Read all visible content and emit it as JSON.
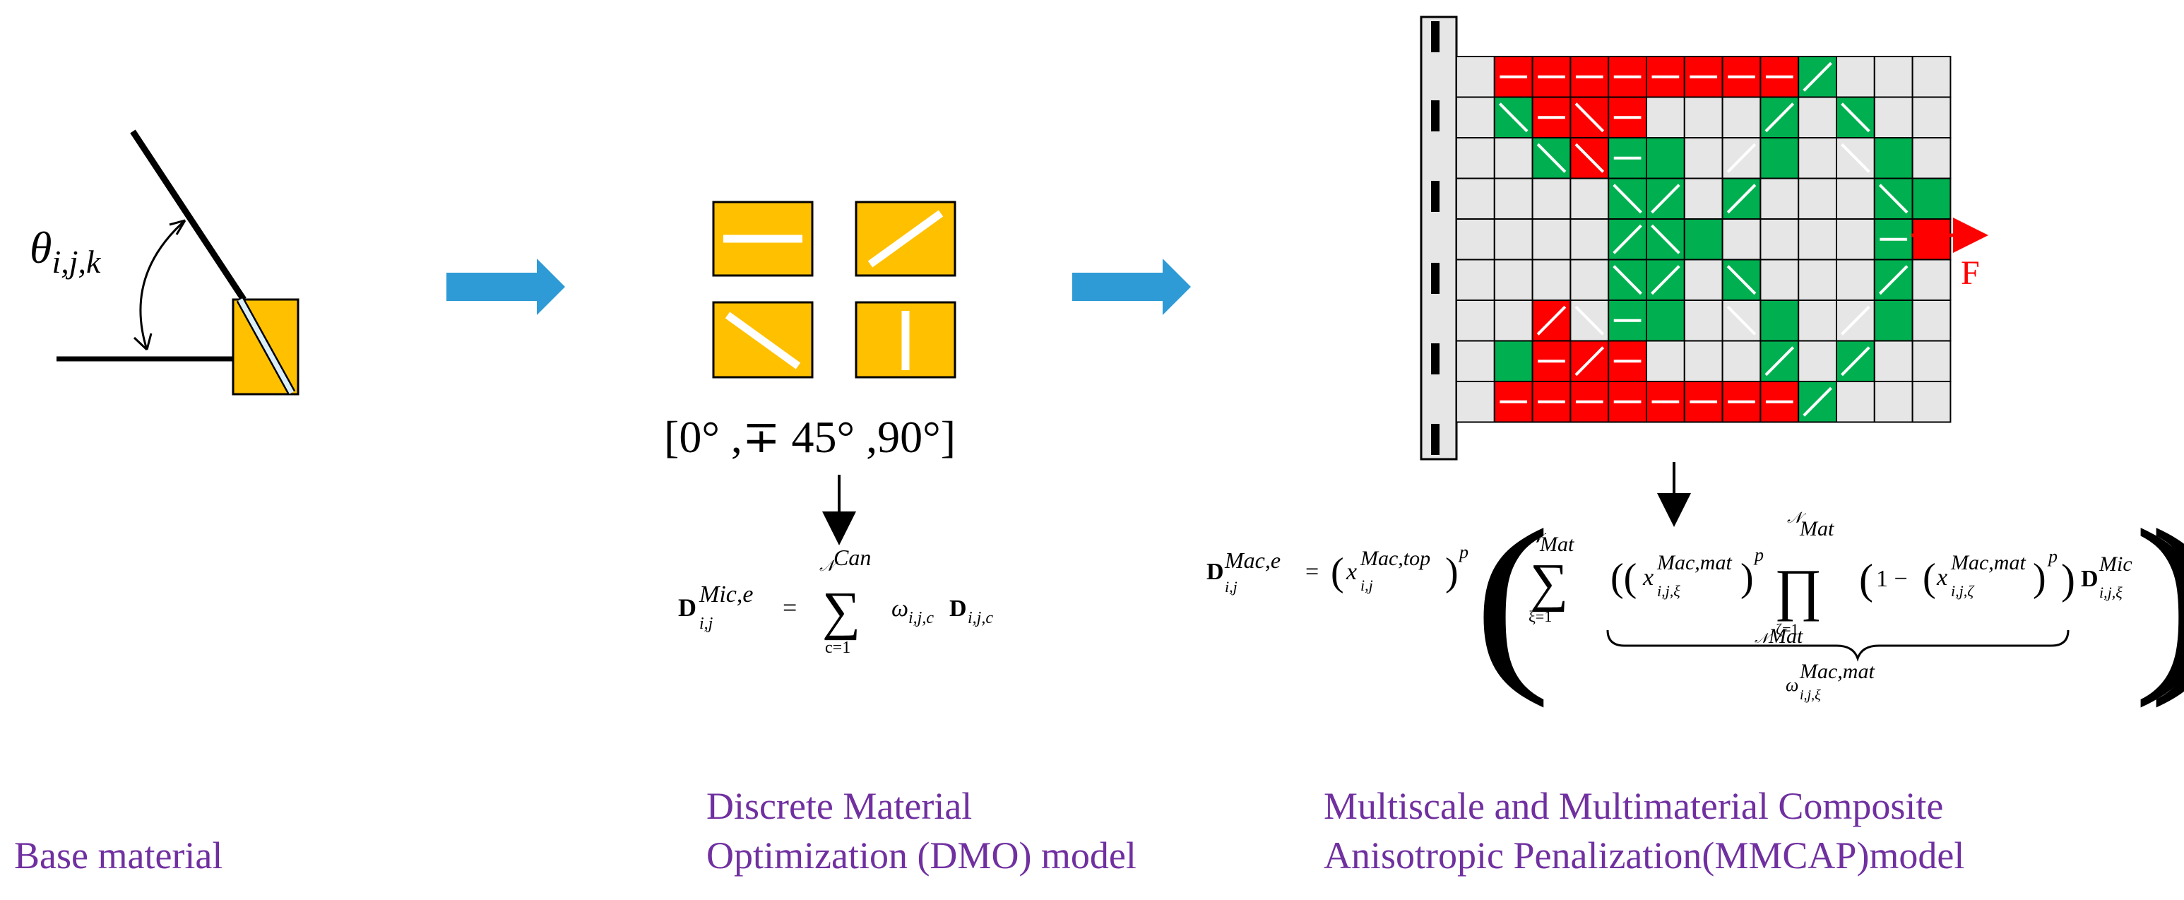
{
  "captions": {
    "base": "Base material",
    "dmo_line1": "Discrete Material",
    "dmo_line2": "Optimization (DMO) model",
    "mmcap_line1": "Multiscale and Multimaterial Composite",
    "mmcap_line2": "Anisotropic Penalization(MMCAP)model"
  },
  "base_material": {
    "angle_base": "θ",
    "angle_sub": "i,j,k"
  },
  "dmo": {
    "candidate_angles": "[0°  ,∓ 45°  ,90°]",
    "orientations": [
      "0",
      "+45",
      "-45",
      "90"
    ],
    "equation": {
      "lhs_base": "D",
      "lhs_sup": "Mic,e",
      "lhs_sub": "i,j",
      "sum_top_base": "𝒩",
      "sum_top_sup": "Can",
      "sum_bottom": "c=1",
      "weight_base": "ω",
      "weight_sub": "i,j,c",
      "term_base": "D",
      "term_sub": "i,j,c"
    }
  },
  "mmcap": {
    "force_label": "F",
    "colors": {
      "red": "#ff0000",
      "green": "#00b050",
      "gray": "#e6e6e6",
      "orange": "#ffc000",
      "arrow": "#2e9bd6"
    },
    "grid_rows": [
      "gRRRRRRRRGggg",
      "gGRRRgggGgGgg",
      "ggGRGGggGggGg",
      "ggggGGgGgggGG",
      "ggggGGGggggGR",
      "ggggGGgGgggGg",
      "ggRgGGggGggGg",
      "gGRRRgggGgGgg",
      "gRRRRRRRRGggg"
    ],
    "fibers": [
      [
        null,
        "0",
        "0",
        "0",
        "0",
        "0",
        "0",
        "0",
        "0",
        "+45",
        null,
        null,
        null
      ],
      [
        null,
        "-45",
        "0",
        "-45",
        "0",
        null,
        null,
        null,
        "+45",
        null,
        "-45",
        null,
        null
      ],
      [
        null,
        null,
        "-45",
        "-45",
        "0",
        null,
        null,
        "+45",
        null,
        null,
        "-45",
        null,
        null
      ],
      [
        null,
        null,
        null,
        null,
        "-45",
        "+45",
        null,
        "+45",
        null,
        null,
        null,
        "-45",
        null
      ],
      [
        null,
        null,
        null,
        null,
        "+45",
        "-45",
        null,
        null,
        null,
        null,
        null,
        "0",
        null
      ],
      [
        null,
        null,
        null,
        null,
        "-45",
        "+45",
        null,
        "-45",
        null,
        null,
        null,
        "+45",
        null
      ],
      [
        null,
        null,
        "+45",
        "-45",
        "0",
        null,
        null,
        "-45",
        null,
        null,
        "+45",
        null,
        null
      ],
      [
        null,
        null,
        "0",
        "+45",
        "0",
        null,
        null,
        null,
        "+45",
        null,
        "+45",
        null,
        null
      ],
      [
        null,
        "0",
        "0",
        "0",
        "0",
        "0",
        "0",
        "0",
        "0",
        "+45",
        null,
        null,
        null
      ]
    ],
    "equation": {
      "lhs_base": "D",
      "lhs_sup": "Mac,e",
      "lhs_sub": "i,j",
      "x_base": "x",
      "x_sup": "Mac,top",
      "x_sub": "i,j",
      "p": "p",
      "sum_top_base": "𝒩",
      "sum_top_sup": "Mat",
      "sum_bottom": "ξ=1",
      "xm_sup": "Mac,mat",
      "xm_sub": "i,j,ξ",
      "prod_top_base": "𝒩",
      "prod_top_sup": "Mat",
      "prod_bottom": "ζ=1",
      "one": "1 −",
      "xz_sub": "i,j,ζ",
      "dmic_sup": "Mic",
      "dmic_sub": "i,j,ξ",
      "brace_top_base": "𝒩",
      "brace_top_sup": "Mat",
      "brace_label_base": "ω",
      "brace_label_sup": "Mac,mat",
      "brace_label_sub": "i,j,ξ"
    }
  }
}
